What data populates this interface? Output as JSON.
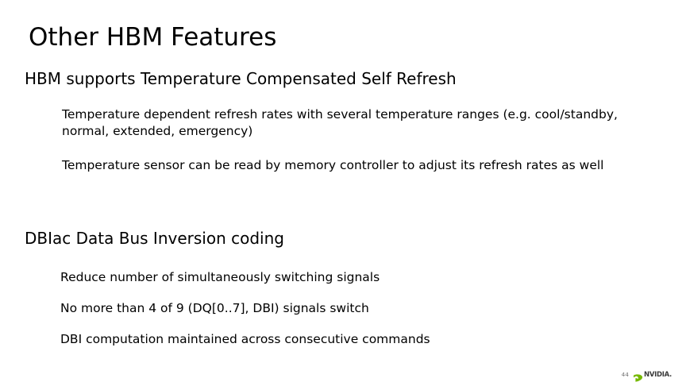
{
  "slide": {
    "title": "Other HBM Features",
    "sections": [
      {
        "heading": "HBM supports Temperature Compensated Self Refresh",
        "bullets": [
          "Temperature dependent refresh rates with several temperature ranges (e.g. cool/standby, normal, extended, emergency)",
          "Temperature sensor can be read by memory controller to adjust its refresh rates as well"
        ]
      },
      {
        "heading": "DBIac Data Bus Inversion coding",
        "bullets": [
          "Reduce number of simultaneously switching signals",
          "No more than 4 of 9 (DQ[0..7], DBI) signals switch",
          "DBI computation maintained across consecutive commands"
        ]
      }
    ]
  },
  "footer": {
    "page_number": "44",
    "logo_wordmark": "NVIDIA.",
    "logo_icon": "nvidia-eye-icon",
    "colors": {
      "brand_green": "#76b900",
      "wordmark": "#3a3a3a",
      "page_number": "#6f6f6f",
      "text": "#000000",
      "background": "#ffffff"
    }
  }
}
